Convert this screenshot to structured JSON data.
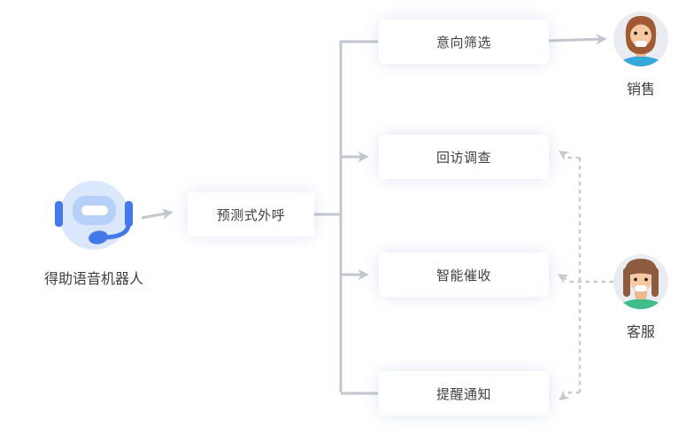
{
  "diagram": {
    "source": {
      "label": "得助语音机器人",
      "icon": "robot-headset-icon"
    },
    "hub": {
      "label": "预测式外呼"
    },
    "branches": [
      {
        "label": "意向筛选"
      },
      {
        "label": "回访调查"
      },
      {
        "label": "智能催收"
      },
      {
        "label": "提醒通知"
      }
    ],
    "actors": [
      {
        "label": "销售",
        "icon": "male-agent-avatar"
      },
      {
        "label": "客服",
        "icon": "female-agent-avatar"
      }
    ],
    "colors": {
      "line": "#c2c6ce",
      "dash": "#c6cad2",
      "text": "#3f3f3f",
      "robot_blue": "#4479ea",
      "robot_face": "#b7d0fa",
      "robot_bg": "#dbe7fd",
      "avatar_bg": "#e9ecf1",
      "skin": "#f7c9a2",
      "hair_male": "#a05a34",
      "hair_female": "#8d5c3f",
      "shirt_sales": "#35a9da",
      "shirt_service": "#41bd8c"
    }
  }
}
